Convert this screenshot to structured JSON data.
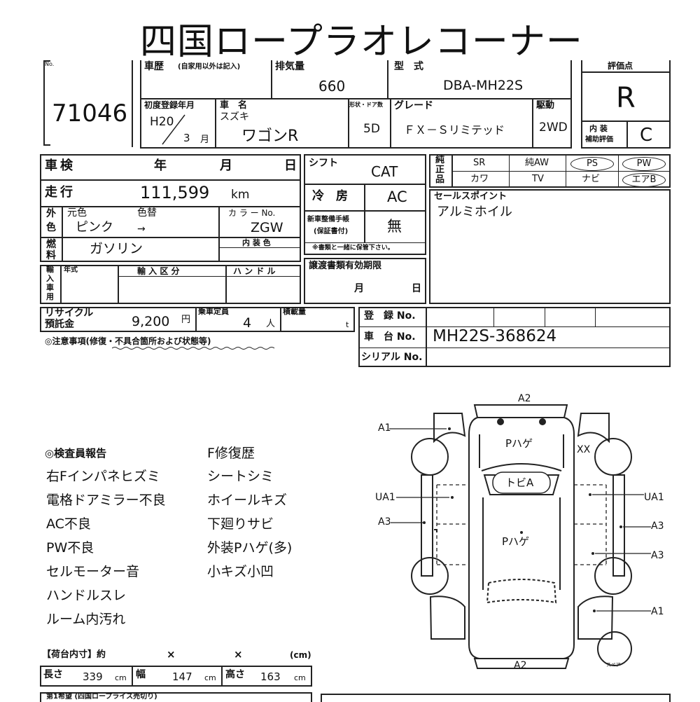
{
  "header": {
    "title": "四国ロープラオレコーナー"
  },
  "lot": {
    "label": "No.",
    "number": "71046"
  },
  "history": {
    "label": "車歴",
    "note": "(自家用以外は記入)"
  },
  "displacement": {
    "label": "排気量",
    "value": "660"
  },
  "model": {
    "label": "型　式",
    "value": "DBA-MH22S"
  },
  "score": {
    "label": "評価点",
    "value": "R"
  },
  "first_reg": {
    "label": "初度登録年月",
    "era_year": "H20",
    "month": "3",
    "month_unit": "月"
  },
  "car_name": {
    "label": "車　名",
    "maker": "スズキ",
    "name": "ワゴンR"
  },
  "doors": {
    "label": "形状・ドア数",
    "value": "5D"
  },
  "grade": {
    "label": "グレード",
    "value": "ＦＸ－Ｓリミテッド"
  },
  "drive": {
    "label": "駆動",
    "value": "2WD"
  },
  "interior_score": {
    "label1": "内 装",
    "label2": "補助評価",
    "value": "C"
  },
  "inspection": {
    "label": "車検",
    "year": "年",
    "month": "月",
    "day": "日"
  },
  "mileage": {
    "label": "走行",
    "value": "111,599",
    "unit": "km"
  },
  "exterior_color": {
    "label_top": "外",
    "label_bottom": "色",
    "original_label": "元色",
    "repaint_label": "色替",
    "original": "ピンク",
    "arrow": "→"
  },
  "color_no": {
    "label": "カ ラ ー No.",
    "value": "ZGW"
  },
  "fuel": {
    "label_chars": [
      "燃",
      "料"
    ],
    "value": "ガソリン"
  },
  "interior_color": {
    "label": "内 装 色"
  },
  "shift": {
    "label": "シフト",
    "value": "CAT"
  },
  "aircon": {
    "label": "冷　房",
    "value": "AC"
  },
  "manual": {
    "label1": "新車整備手帳",
    "label2": "(保証書付)",
    "value": "無",
    "note": "※書類と一緒に保管下さい。"
  },
  "genuine": {
    "label_chars": [
      "純",
      "正",
      "品"
    ],
    "row1": [
      "SR",
      "純AW",
      "PS",
      "PW"
    ],
    "row2": [
      "カワ",
      "TV",
      "ナビ",
      "エアB"
    ]
  },
  "sales_point": {
    "label": "セールスポイント",
    "value": "アルミホイル"
  },
  "import": {
    "label_chars": [
      "輸",
      "入",
      "車",
      "用"
    ],
    "year_label": "年式",
    "class_label": "輸 入 区 分",
    "handle_label": "ハ ン ド ル"
  },
  "transfer": {
    "label": "譲渡書類有効期限",
    "month": "月",
    "day": "日"
  },
  "recycle": {
    "label1": "リサイクル",
    "label2": "預託金",
    "value": "9,200",
    "unit": "円"
  },
  "capacity": {
    "label": "乗車定員",
    "value": "4",
    "unit": "人"
  },
  "load": {
    "label": "積載量",
    "unit": "t"
  },
  "registration": {
    "label": "登　録 No."
  },
  "chassis": {
    "label": "車　台 No.",
    "value": "MH22S-368624"
  },
  "serial": {
    "label": "シリアル No."
  },
  "notes_heading": "◎注意事項(修復・不具合箇所および状態等)",
  "inspector": {
    "heading": "◎検査員報告",
    "col1": [
      "右Fインパネヒズミ",
      "電格ドアミラー不良",
      "AC不良",
      "PW不良",
      "セルモーター音",
      "ハンドルスレ",
      "ルーム内汚れ"
    ],
    "col2": [
      "F修復歴",
      "シートシミ",
      "ホイールキズ",
      "下廻りサビ",
      "外装Pハゲ(多)",
      "小キズ小凹"
    ]
  },
  "diagram": {
    "top": "A2",
    "bottom": "A2",
    "left": [
      "A1",
      "UA1",
      "A3"
    ],
    "right": [
      "XX",
      "UA1",
      "A3",
      "A3",
      "A1"
    ],
    "hood": "Pハゲ",
    "roof_front": "トビA",
    "roof": "Pハゲ",
    "spare": "スペア"
  },
  "cargo": {
    "heading": "【荷台内寸】約",
    "times1": "×",
    "times2": "×",
    "unit_label": "(cm)",
    "length_label": "長さ",
    "length": "339",
    "width_label": "幅",
    "width": "147",
    "height_label": "高さ",
    "height": "163",
    "cm": "cm"
  },
  "footer": {
    "stub": "第1希望 (四国ロープライス売切り)"
  }
}
